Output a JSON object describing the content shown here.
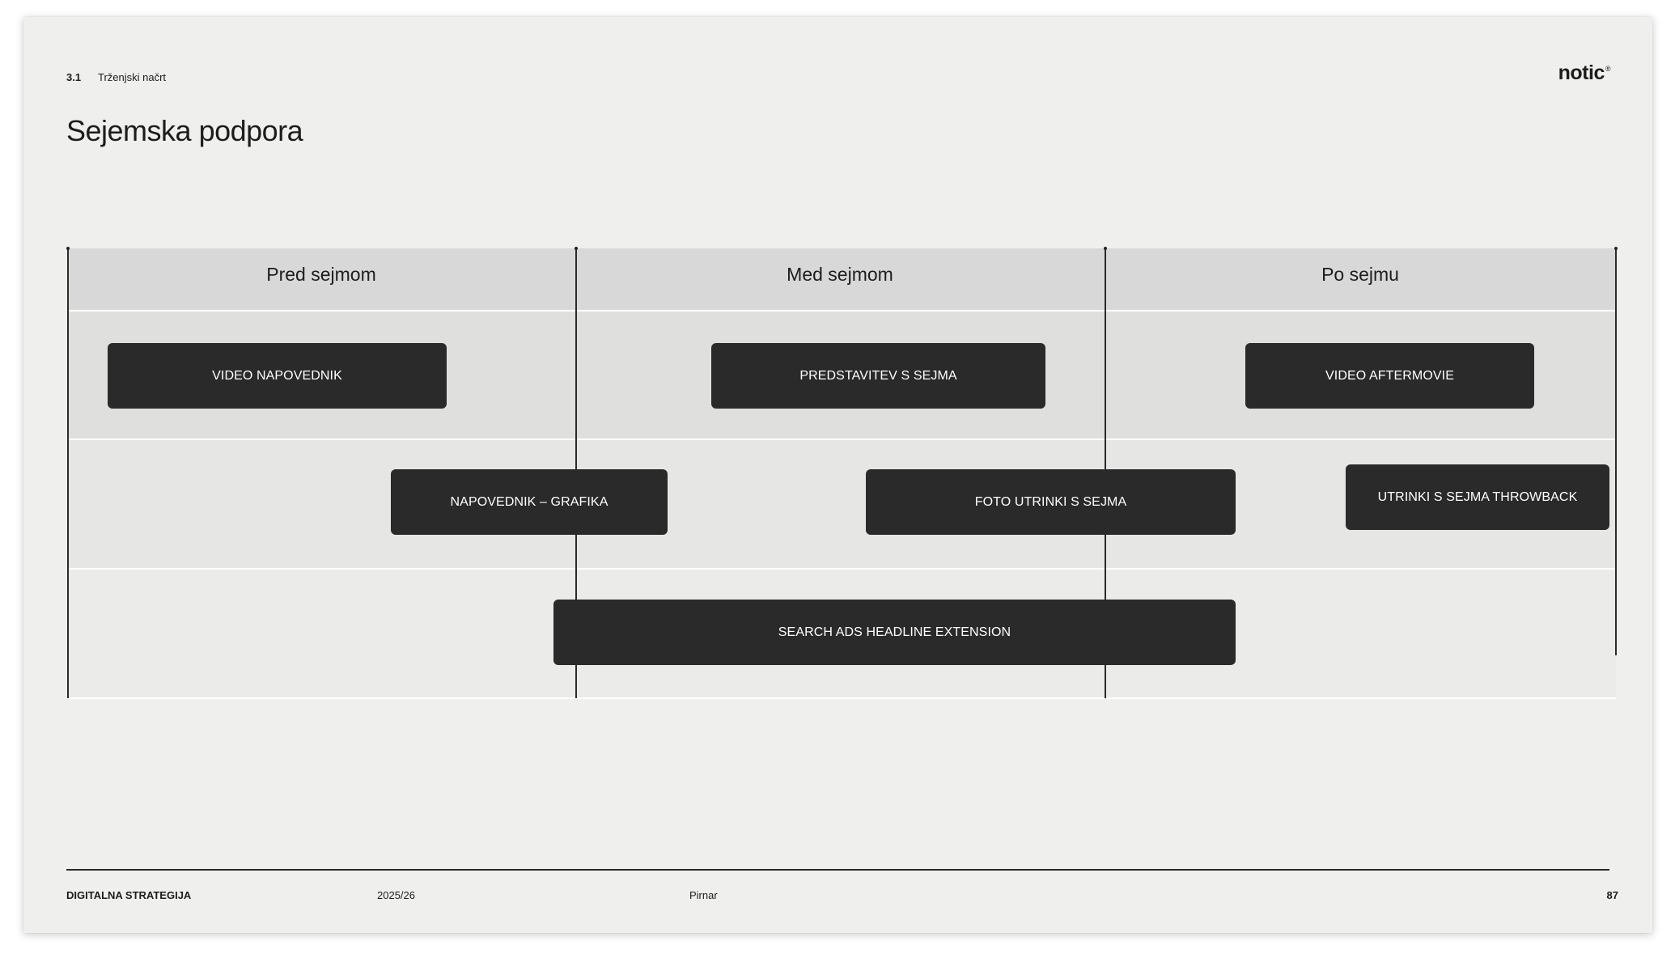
{
  "header": {
    "section_number": "3.1",
    "section_title": "Trženjski načrt",
    "logo": "notic",
    "logo_mark": "®"
  },
  "page_title": "Sejemska podpora",
  "timeline": {
    "phases": [
      "Pred sejmom",
      "Med sejmom",
      "Po sejmu"
    ],
    "tasks": [
      {
        "label": "VIDEO NAPOVEDNIK",
        "row": 1
      },
      {
        "label": "PREDSTAVITEV S SEJMA",
        "row": 1
      },
      {
        "label": "VIDEO AFTERMOVIE",
        "row": 1
      },
      {
        "label": "NAPOVEDNIK – GRAFIKA",
        "row": 2
      },
      {
        "label": "FOTO UTRINKI S SEJMA",
        "row": 2
      },
      {
        "label": "UTRINKI S SEJMA THROWBACK",
        "row": 2
      },
      {
        "label": "SEARCH ADS HEADLINE EXTENSION",
        "row": 3
      }
    ]
  },
  "footer": {
    "document": "DIGITALNA STRATEGIJA",
    "year": "2025/26",
    "client": "Pirnar",
    "page_number": "87"
  }
}
